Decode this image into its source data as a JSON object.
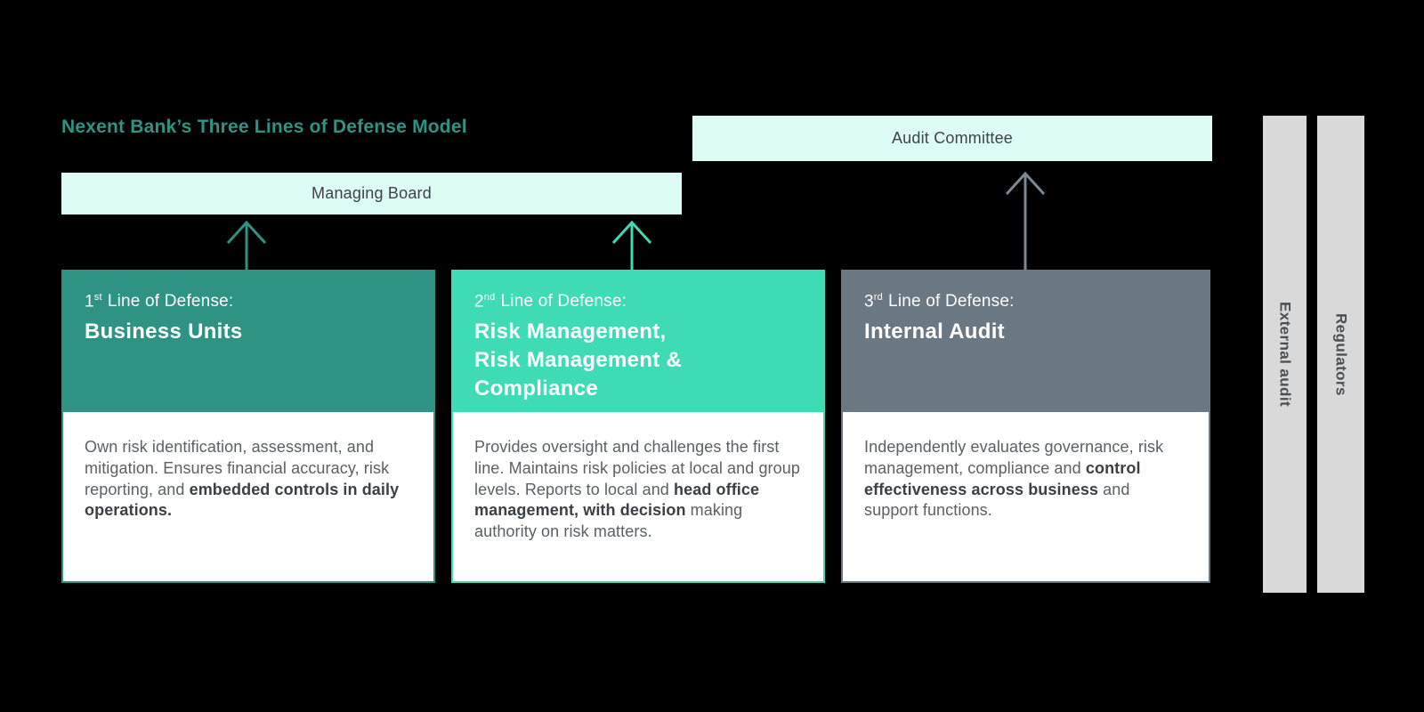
{
  "title": "Nexent Bank’s Three Lines of Defense Model",
  "boards": {
    "managing_board": "Managing Board",
    "audit_committee": "Audit Committee"
  },
  "columns": [
    {
      "line_number": "1",
      "ordinal": "st",
      "line_label": "Line of Defense:",
      "name": "Business Units",
      "accent": "#2e9383",
      "description": [
        {
          "text": "Own risk identification, assessment, and mitigation. Ensures financial accuracy, risk reporting, and ",
          "bold": false
        },
        {
          "text": "embedded controls in daily operations.",
          "bold": true
        }
      ]
    },
    {
      "line_number": "2",
      "ordinal": "nd",
      "line_label": "Line of Defense:",
      "name": "Risk Management,\nRisk Management &\nCompliance",
      "accent": "#3fdbb4",
      "description": [
        {
          "text": "Provides oversight and challenges the first line. Maintains risk policies at local and group levels. Reports to local and ",
          "bold": false
        },
        {
          "text": "head office management, with decision",
          "bold": true
        },
        {
          "text": " making authority on risk matters.",
          "bold": false
        }
      ]
    },
    {
      "line_number": "3",
      "ordinal": "rd",
      "line_label": "Line of Defense:",
      "name": "Internal Audit",
      "accent": "#6a7883",
      "description": [
        {
          "text": "Independently evaluates governance, risk management, compliance and ",
          "bold": false
        },
        {
          "text": "control effectiveness across business",
          "bold": true
        },
        {
          "text": " and support functions.",
          "bold": false
        }
      ]
    }
  ],
  "side_bars": [
    {
      "label": "External audit"
    },
    {
      "label": "Regulators"
    }
  ],
  "arrows": {
    "first": "#2e9383",
    "second": "#3fdbb4",
    "third": "#7c8893"
  },
  "colors": {
    "background": "#000000",
    "title": "#2e9383",
    "banner_background": "#ddfcf4",
    "banner_text": "#3d4348",
    "body_text": "#5a6065",
    "body_text_bold": "#3b4046",
    "side_bar_background": "#d9d9d9",
    "side_bar_text": "#4a4f54"
  }
}
